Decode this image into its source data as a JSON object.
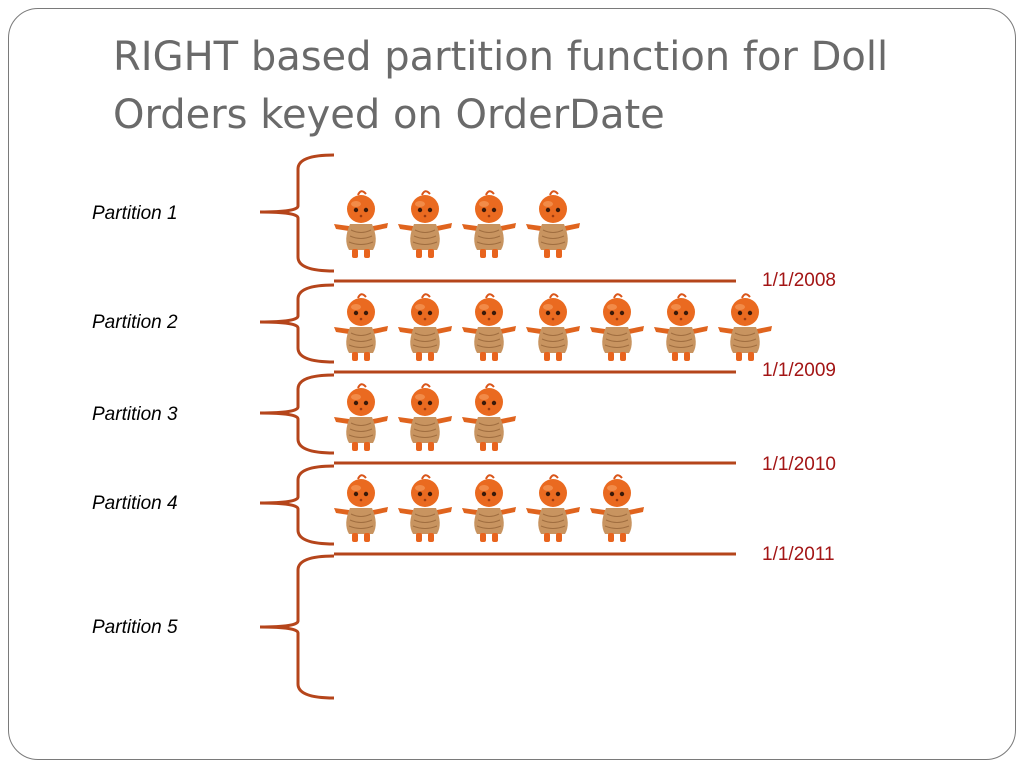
{
  "title": {
    "line1": "RIGHT based partition function for Doll",
    "line2": "Orders keyed on OrderDate"
  },
  "colors": {
    "accent": "#b5451b",
    "boundary_text": "#a31515",
    "title_text": "#6a6a6a",
    "doll_body": "#e8641e",
    "doll_dress": "#c89460"
  },
  "partitions": [
    {
      "label": "Partition 1",
      "doll_count": 4
    },
    {
      "label": "Partition 2",
      "doll_count": 7
    },
    {
      "label": "Partition 3",
      "doll_count": 3
    },
    {
      "label": "Partition 4",
      "doll_count": 5
    },
    {
      "label": "Partition 5",
      "doll_count": 0
    }
  ],
  "boundaries": [
    "1/1/2008",
    "1/1/2009",
    "1/1/2010",
    "1/1/2011"
  ],
  "icon": "doll-icon"
}
